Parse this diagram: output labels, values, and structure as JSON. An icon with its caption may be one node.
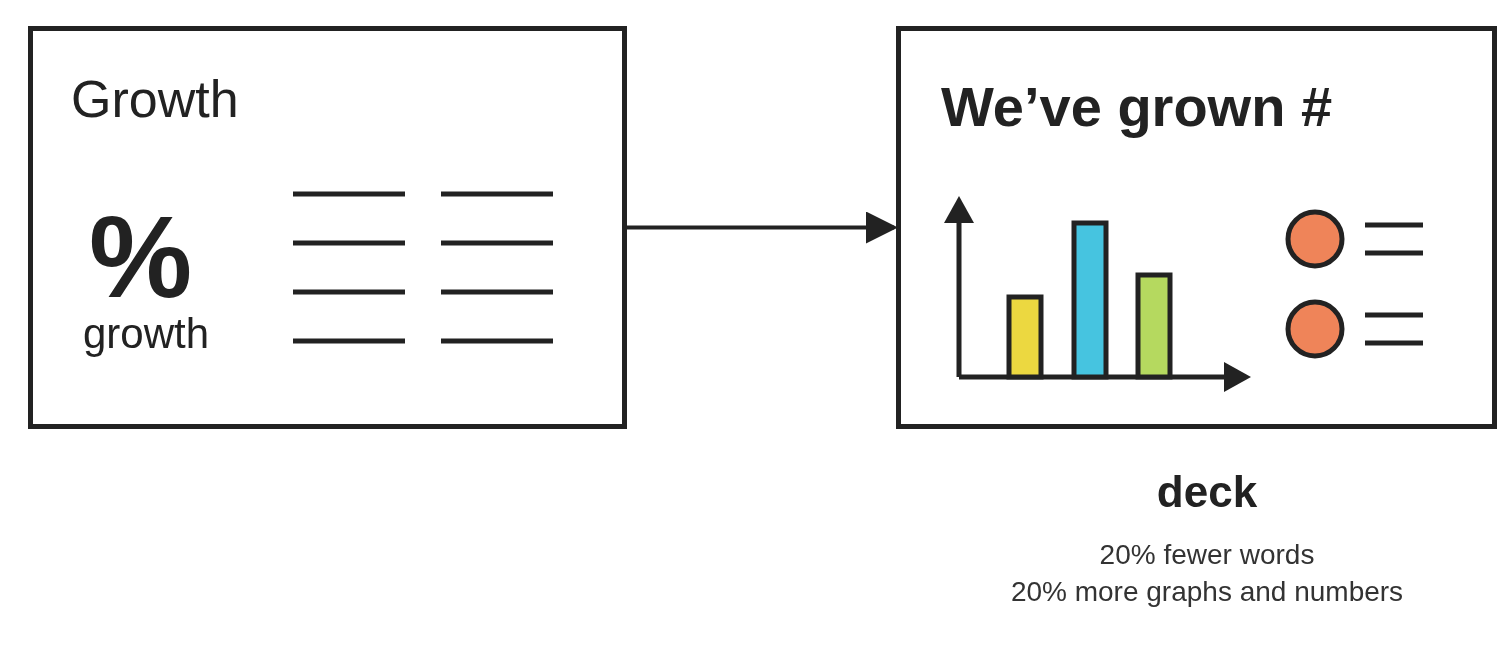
{
  "diagram": {
    "nodes": [
      {
        "text": [
          "Growth",
          "%",
          "growth"
        ]
      },
      {
        "text": [
          "We’ve grown #"
        ],
        "beside": [
          "deck",
          "20% fewer words",
          "20% more graphs and numbers"
        ]
      }
    ],
    "edges": [
      {
        "from": 0,
        "to": 1,
        "arrow": "to"
      }
    ]
  }
}
